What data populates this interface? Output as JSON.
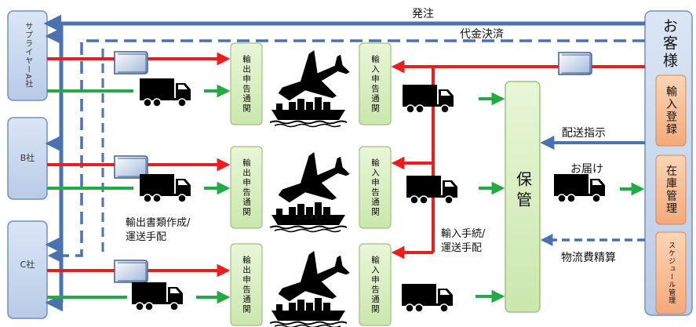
{
  "suppliers": [
    {
      "name": "サプライヤーA社"
    },
    {
      "name": "B社"
    },
    {
      "name": "C社"
    }
  ],
  "customer": {
    "title": "お客様",
    "functions": [
      "輸入登録",
      "在庫管理",
      "スケジュール管理"
    ]
  },
  "export_box": "輸出申告通関",
  "import_box": "輸入申告通関",
  "warehouse": "保管",
  "labels": {
    "order": "発注",
    "payment": "代金決済",
    "delivery_instruction": "配送指示",
    "delivery": "お届け",
    "logistics_settlement": "物流費精算",
    "export_docs_line1": "輸出書類作成/",
    "export_docs_line2": "運送手配",
    "import_proc_line1": "輸入手続/",
    "import_proc_line2": "運送手配"
  },
  "colors": {
    "red": "#ee1c1c",
    "green": "#22aa44",
    "blue": "#4a72b0",
    "panel_blue": "#c9d8ee",
    "customs_green": "#d9efc2",
    "orange": "#f4b183"
  }
}
